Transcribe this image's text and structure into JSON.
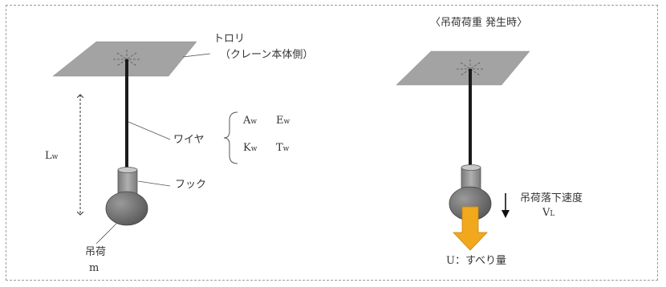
{
  "figure_left": {
    "trolley": "トロリ",
    "trolley_note": "（クレーン本体側）",
    "wire": "ワイヤ",
    "hook": "フック",
    "load": "吊荷",
    "mass_symbol": "m",
    "length": {
      "symbol": "L",
      "sub": "w"
    },
    "wire_params": [
      {
        "symbol": "A",
        "sub": "w"
      },
      {
        "symbol": "E",
        "sub": "w"
      },
      {
        "symbol": "K",
        "sub": "w"
      },
      {
        "symbol": "T",
        "sub": "w"
      }
    ]
  },
  "figure_right": {
    "title": "〈吊荷荷重 発生時〉",
    "fall_velocity": "吊荷落下速度",
    "velocity_symbol": {
      "symbol": "V",
      "sub": "L"
    },
    "slip": "U：すべり量"
  },
  "colors": {
    "plate": "#a3a3a3",
    "wire": "#1a1a1a",
    "hook": "#8c8c8c",
    "load": "#6a6a6a",
    "slip_arrow": "#f2a81c",
    "frame": "#9a9a9a"
  }
}
